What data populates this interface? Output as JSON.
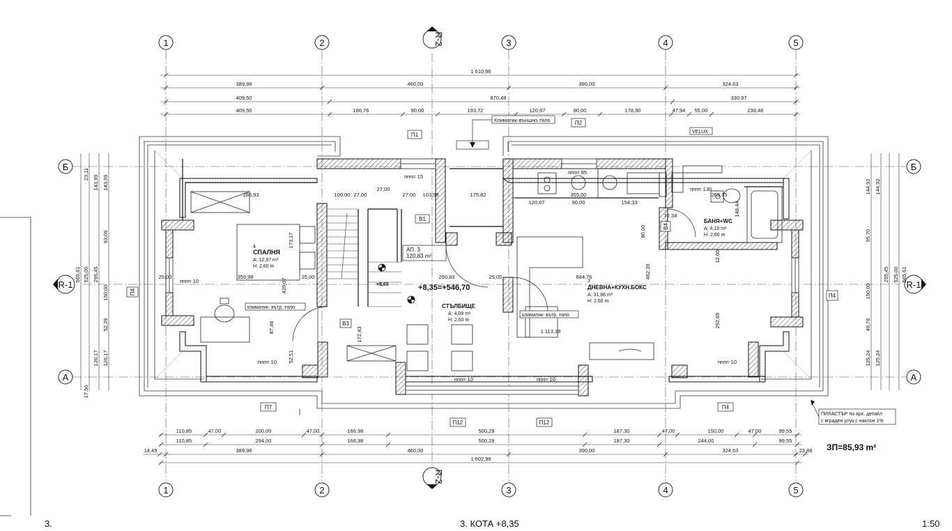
{
  "grid_columns": [
    "1",
    "2",
    "3",
    "4",
    "5"
  ],
  "grid_rows": [
    "Б",
    "R-1",
    "А"
  ],
  "section_marker": "R-2",
  "dims_top": {
    "overall": "1 610,96",
    "row1": [
      "389,98",
      "460,00",
      "390,00",
      "324,63"
    ],
    "row2": [
      "409,50",
      "870,48",
      "330,97"
    ],
    "row3": [
      "409,50",
      "186,76",
      "90,00",
      "193,72",
      "120,67",
      "90,00",
      "178,90",
      "47,94",
      "55,00",
      "238,46"
    ]
  },
  "dims_bottom": {
    "row1": [
      "110,85",
      "47,00",
      "200,00",
      "47,00",
      "166,98",
      "500,29",
      "187,30",
      "47,00",
      "150,00",
      "47,00",
      "99,55"
    ],
    "row2": [
      "110,85",
      "294,00",
      "166,98",
      "500,29",
      "187,30",
      "244,00",
      "99,55"
    ],
    "row3": [
      "14,49",
      "389,98",
      "460,00",
      "390,00",
      "324,63",
      "23,88"
    ],
    "overall": "1 602,98"
  },
  "dims_left": [
    "23,11",
    "143,99",
    "143,99",
    "93,06",
    "565,61",
    "525,00",
    "295,45",
    "150,00",
    "52,39",
    "126,17",
    "126,17",
    "17,50"
  ],
  "dims_right": [
    "144,92",
    "144,92",
    "95,70",
    "565,61",
    "525,00",
    "295,45",
    "150,00",
    "49,76",
    "125,24",
    "125,24"
  ],
  "rooms": [
    {
      "num": "4",
      "name": "СПАЛНЯ",
      "area": "A: 12,97 m²",
      "height": "H: 2,60 m"
    },
    {
      "num": "3",
      "name": "ДНЕВНА+КУХН.БОКС",
      "area": "A: 31,86 m²",
      "height": "H: 2,60 m"
    },
    {
      "num": "",
      "name": "БАНЯ+WC",
      "area": "A: 4,19 m²",
      "height": "H: 2,60 m"
    },
    {
      "num": "",
      "name": "СТЪЛБИЩЕ",
      "area": "A: 4,09 m²",
      "height": "H: 2,60 m"
    }
  ],
  "apartment": {
    "label": "АП. 3",
    "area": "120,83 m²"
  },
  "level_mark": "+8,35=+546,70",
  "level_small": "+8,65",
  "notes": {
    "ac_outer": "Климатик-външно тяло",
    "ac_inner_1": "климатик- вътр. тяло",
    "ac_inner_2": "климатик- вътр. тяло",
    "velux": "VELUX",
    "pilaster_1": "ПИЛАСТЪР по арх. детайл",
    "pilaster_2": "с вграден улук с наклон 1%",
    "built_area": "ЗП=85,93 m²"
  },
  "tags": [
    "П1",
    "П2",
    "П4",
    "П4",
    "П7",
    "П4",
    "П12",
    "П12",
    "В1",
    "В3",
    "В4"
  ],
  "interior_dims": [
    "286,93",
    "359,98",
    "173,17",
    "429,07",
    "100,00",
    "27,00",
    "27,00",
    "27,00",
    "103,58",
    "175,82",
    "120,67",
    "154,33",
    "90,00",
    "355,00",
    "25,00",
    "25,00",
    "250,83",
    "684,76",
    "462,39",
    "292,65",
    "12,00",
    "148,44",
    "269,15",
    "72,34",
    "80,00",
    "1 113,19",
    "25,00",
    "172,43",
    "87,46",
    "52,51"
  ],
  "sill_labels": [
    "ппп= 15",
    "ппп= 95",
    "ппп= 130",
    "ппп= 10",
    "ппп= 10",
    "ппп= 10",
    "ппп= 10",
    "ппп= 10"
  ],
  "footer": {
    "left": "3.",
    "center": "3. КОТА +8,35",
    "right": "1:50"
  }
}
